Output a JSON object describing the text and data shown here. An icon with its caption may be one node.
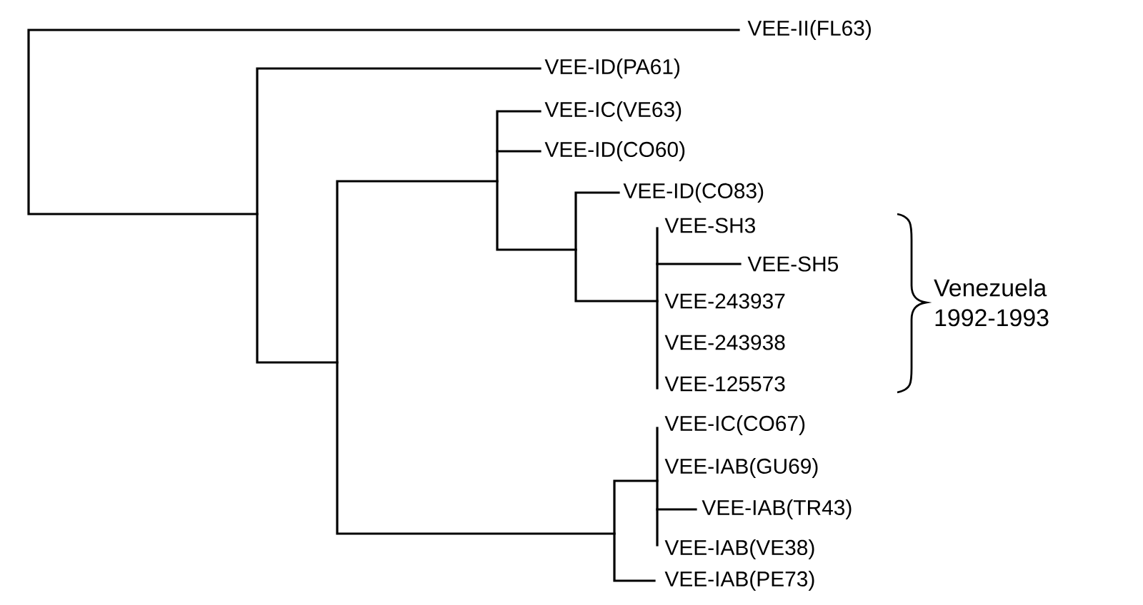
{
  "diagram": {
    "nodes": [
      {
        "text": [
          "VEE-II(FL63)"
        ]
      },
      {
        "text": [
          "VEE-ID(PA61)"
        ]
      },
      {
        "text": [
          "VEE-IC(VE63)"
        ]
      },
      {
        "text": [
          "VEE-ID(CO60)"
        ]
      },
      {
        "text": [
          "VEE-ID(CO83)"
        ]
      },
      {
        "text": [
          "VEE-SH3"
        ]
      },
      {
        "text": [
          "VEE-SH5"
        ]
      },
      {
        "text": [
          "VEE-243937"
        ]
      },
      {
        "text": [
          "VEE-243938"
        ]
      },
      {
        "text": [
          "VEE-125573"
        ]
      },
      {
        "text": [
          "VEE-IC(CO67)"
        ]
      },
      {
        "text": [
          "VEE-IAB(GU69)"
        ]
      },
      {
        "text": [
          "VEE-IAB(TR43)"
        ]
      },
      {
        "text": [
          "VEE-IAB(VE38)"
        ]
      },
      {
        "text": [
          "VEE-IAB(PE73)"
        ]
      }
    ],
    "labels": [
      "Venezuela 1992-1993"
    ]
  }
}
